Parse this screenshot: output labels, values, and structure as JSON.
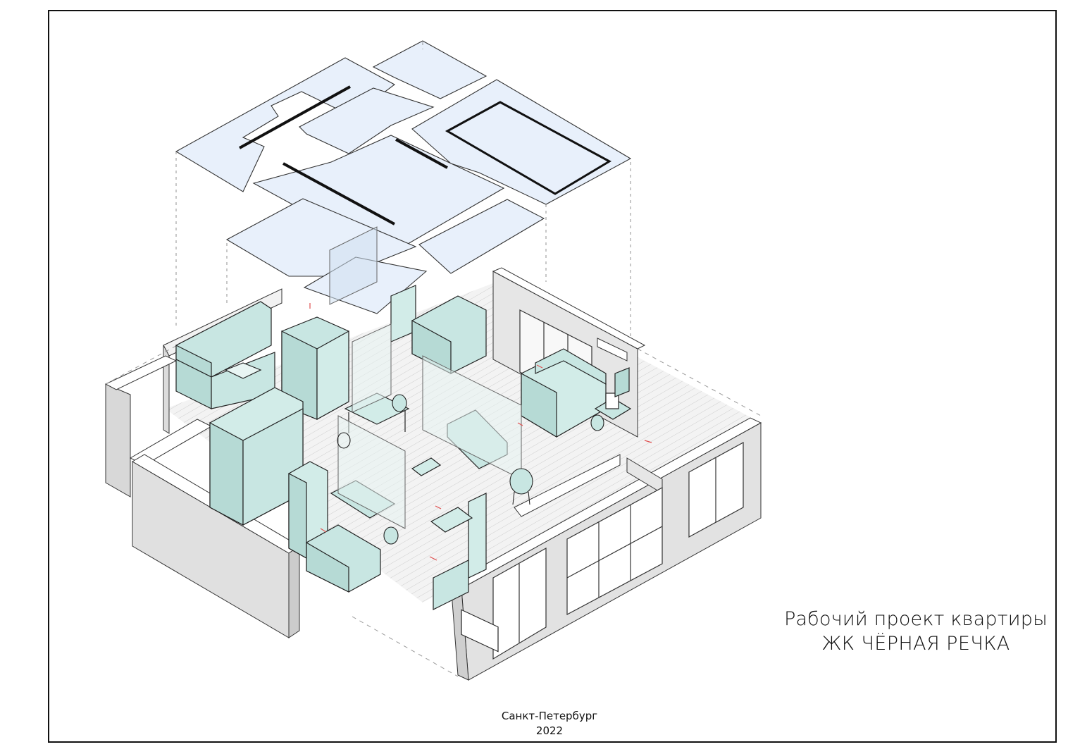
{
  "title": {
    "line1": "Рабочий проект квартиры",
    "line2": "ЖК ЧЁРНАЯ РЕЧКА"
  },
  "footer": {
    "city": "Санкт-Петербург",
    "year": "2022"
  },
  "colors": {
    "ceiling_fill": "#e8f0fb",
    "furniture_fill": "#c8e6e2",
    "wall_side": "#dcdcdc",
    "wall_top": "#ffffff",
    "line": "#222222",
    "accent_marks": "#e05050"
  }
}
